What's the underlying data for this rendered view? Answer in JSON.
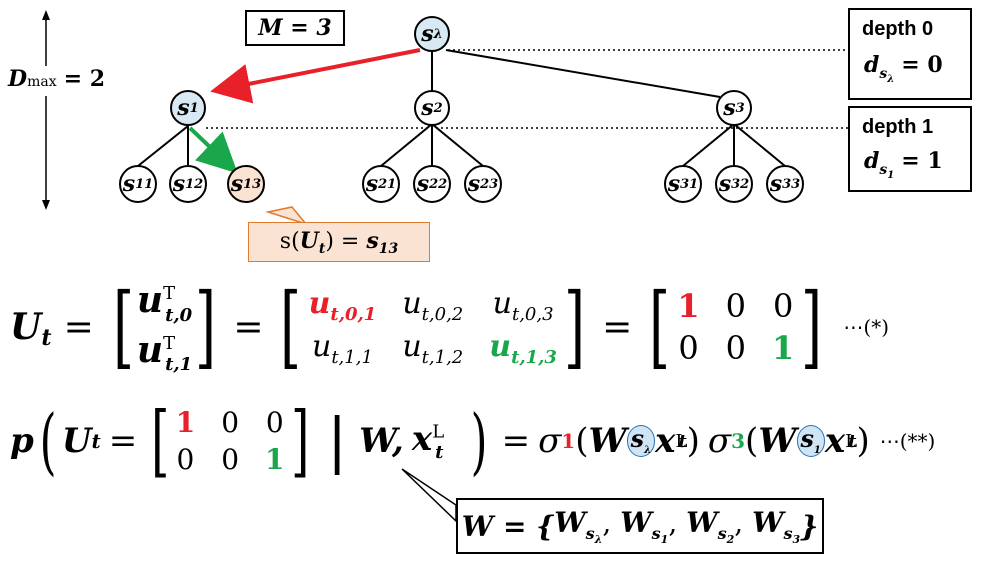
{
  "tree": {
    "m_label": "M = 3",
    "dmax_label": "D",
    "dmax_sub": "max",
    "dmax_value": "= 2",
    "root": {
      "main": "s",
      "sub": "λ"
    },
    "level1": [
      {
        "main": "s",
        "sub": "1"
      },
      {
        "main": "s",
        "sub": "2"
      },
      {
        "main": "s",
        "sub": "3"
      }
    ],
    "level2": [
      {
        "main": "s",
        "sub": "11"
      },
      {
        "main": "s",
        "sub": "12"
      },
      {
        "main": "s",
        "sub": "13"
      },
      {
        "main": "s",
        "sub": "21"
      },
      {
        "main": "s",
        "sub": "22"
      },
      {
        "main": "s",
        "sub": "23"
      },
      {
        "main": "s",
        "sub": "31"
      },
      {
        "main": "s",
        "sub": "32"
      },
      {
        "main": "s",
        "sub": "33"
      }
    ],
    "depth0": {
      "title": "depth 0",
      "eq_main": "d",
      "eq_sub": "s",
      "eq_subsub": "λ",
      "eq_value": "= 0"
    },
    "depth1": {
      "title": "depth 1",
      "eq_main": "d",
      "eq_sub": "s",
      "eq_subsub": "1",
      "eq_value": "= 1"
    },
    "callout": {
      "prefix": "s(",
      "var": "U",
      "var_sub": "t",
      "mid": ") = ",
      "res": "s",
      "res_sub": "13"
    },
    "colors": {
      "highlight_fill": "#d9e9f3",
      "selected_fill": "#fbe3d3",
      "red_arrow": "#e8202a",
      "green_arrow": "#1aa64a",
      "callout_border": "#e07a2c"
    }
  },
  "equations": {
    "eq1": {
      "lhs": "U",
      "lhs_sub": "t",
      "vec_rows": [
        {
          "main": "u",
          "sup": "T",
          "sub": "t,0"
        },
        {
          "main": "u",
          "sup": "T",
          "sub": "t,1"
        }
      ],
      "mid_matrix": [
        [
          {
            "main": "u",
            "sub": "t,0,1"
          },
          {
            "main": "u",
            "sub": "t,0,2"
          },
          {
            "main": "u",
            "sub": "t,0,3"
          }
        ],
        [
          {
            "main": "u",
            "sub": "t,1,1"
          },
          {
            "main": "u",
            "sub": "t,1,2"
          },
          {
            "main": "u",
            "sub": "t,1,3"
          }
        ]
      ],
      "val_matrix": [
        [
          "1",
          "0",
          "0"
        ],
        [
          "0",
          "0",
          "1"
        ]
      ],
      "tag": "⋯(*)"
    },
    "eq2": {
      "p": "p",
      "U": "U",
      "U_sub": "t",
      "val_matrix": [
        [
          "1",
          "0",
          "0"
        ],
        [
          "0",
          "0",
          "1"
        ]
      ],
      "W": "W,",
      "x": "x",
      "x_sup": "L",
      "x_sub": "t",
      "sigma1": "σ",
      "sigma1_sub": "1",
      "sigma3": "σ",
      "sigma3_sub": "3",
      "W_sub_a": "s",
      "W_sub_a2": "λ",
      "W_sub_b": "s",
      "W_sub_b2": "1",
      "tag": "⋯(**)"
    },
    "wset": {
      "text_lhs": "W = {",
      "items": [
        "W",
        "W",
        "W",
        "W"
      ],
      "subs": [
        "λ",
        "1",
        "2",
        "3"
      ],
      "close": "}"
    }
  }
}
